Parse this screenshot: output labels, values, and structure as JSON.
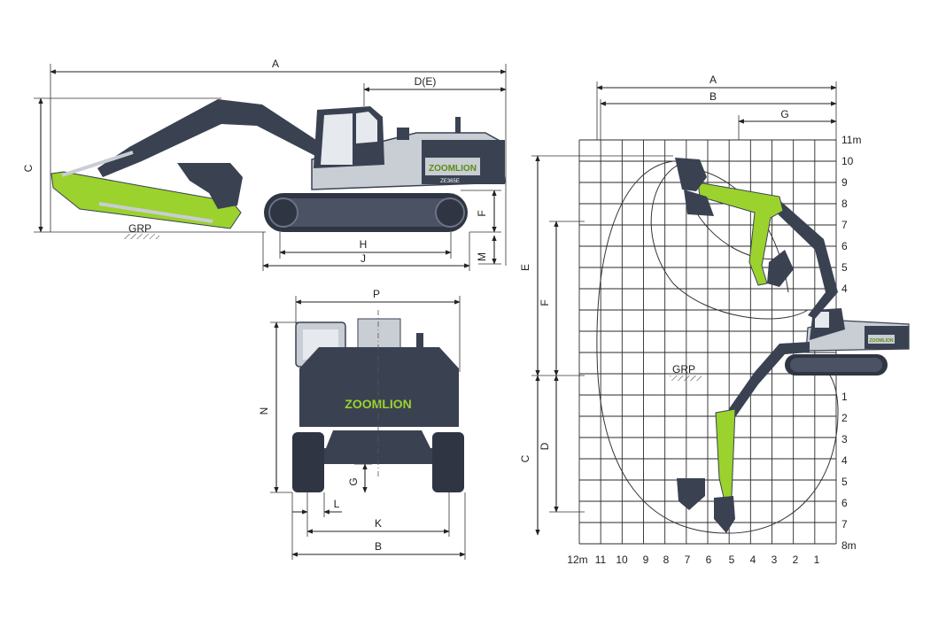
{
  "colors": {
    "body": "#3a4252",
    "accent": "#9bd22e",
    "cab": "#c9cdd4",
    "brand_text": "#9bd22e"
  },
  "side_view": {
    "brand": "ZOOMLION",
    "model": "ZE365E",
    "labels": {
      "A": "A",
      "DE": "D(E)",
      "C": "C",
      "F": "F",
      "H": "H",
      "J": "J",
      "M": "M",
      "GRP": "GRP"
    }
  },
  "rear_view": {
    "brand": "ZOOMLION",
    "labels": {
      "P": "P",
      "N": "N",
      "G": "G",
      "L": "L",
      "K": "K",
      "B": "B"
    }
  },
  "working_range": {
    "labels": {
      "A": "A",
      "B": "B",
      "G": "G",
      "E": "E",
      "F": "F",
      "C": "C",
      "D": "D",
      "GRP": "GRP"
    },
    "right_axis_above": [
      "11m",
      "10",
      "9",
      "8",
      "7",
      "6",
      "5",
      "4"
    ],
    "right_axis_below": [
      "1",
      "2",
      "3",
      "4",
      "5",
      "6",
      "7",
      "8m"
    ],
    "bottom_axis": [
      "12m",
      "11",
      "10",
      "9",
      "8",
      "7",
      "6",
      "5",
      "4",
      "3",
      "2",
      "1"
    ],
    "brand_small": "ZOOMLION"
  }
}
